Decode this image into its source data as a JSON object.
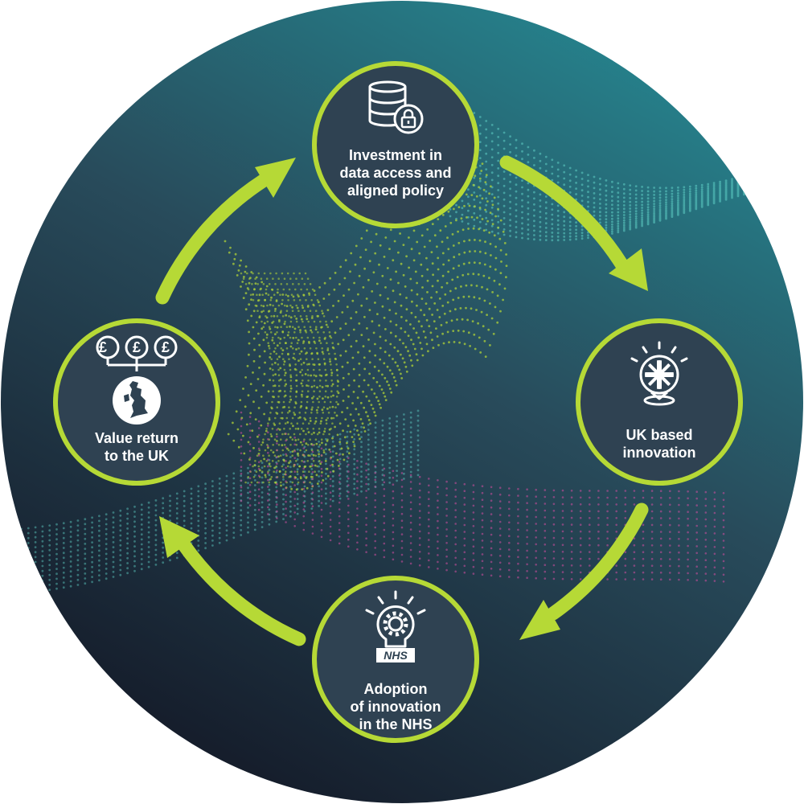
{
  "diagram": {
    "type": "cycle",
    "colors": {
      "background_top": "#25858f",
      "background_mid": "#284b5b",
      "background_bottom": "#141a28",
      "node_fill": "#2f4252",
      "node_ring": "#b6d936",
      "arrow": "#b6d936",
      "dots_green": "#b6d936",
      "dots_cyan": "#5fd0c6",
      "dots_magenta": "#d14da0"
    },
    "nodes": [
      {
        "id": "investment",
        "icon": "database-lock-icon",
        "label": "Investment in\ndata access and\naligned policy"
      },
      {
        "id": "uk-innovation",
        "icon": "uk-flag-lightbulb-location-icon",
        "label": "UK based\ninnovation"
      },
      {
        "id": "nhs-adoption",
        "icon": "nhs-gear-lightbulb-icon",
        "label": "Adoption\nof innovation\nin the NHS",
        "badge": "NHS"
      },
      {
        "id": "value-return",
        "icon": "pound-coins-uk-map-icon",
        "label": "Value return\nto the UK",
        "coins": [
          "£",
          "£",
          "£"
        ]
      }
    ],
    "flow": [
      "investment",
      "uk-innovation",
      "nhs-adoption",
      "value-return",
      "investment"
    ]
  }
}
